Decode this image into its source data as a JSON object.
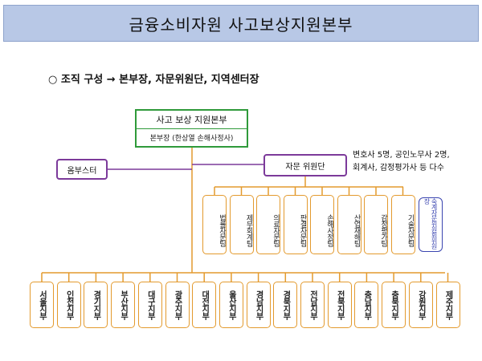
{
  "title": "금융소비자원 사고보상지원본부",
  "subtitle": "○  조직 구성  → 본부장, 자문위원단, 지역센터장",
  "headquarters": {
    "name": "사고 보상 지원본부",
    "head": "본부장 (한상열 손해사정사)"
  },
  "ombudsman": "옴부스터",
  "advisory": {
    "name": "자문 위원단",
    "note_line1": "변호사 5명, 공인노무사 2명,",
    "note_line2": "회계사, 감정평가사 등 다수"
  },
  "advisory_members": [
    "법률자문팀",
    "제무회계팀",
    "의료자문팀",
    "판결자문팀",
    "손해사정팀",
    "산업재해팀",
    "감정평가팀",
    "기술자문팀"
  ],
  "committee_chair": "숙계자문위원회위원장",
  "regional_centers": [
    "서울지부",
    "인천지부",
    "경기지부",
    "부산지부",
    "대구지부",
    "광주지부",
    "대전지부",
    "울산지부",
    "경남지부",
    "경북지부",
    "전남지부",
    "전북지부",
    "충남지부",
    "충북지부",
    "강원지부",
    "제주지부"
  ],
  "colors": {
    "banner": "#b8c8e6",
    "hq_border": "#2f9a3a",
    "purple": "#7c3a9a",
    "orange": "#e39a2e",
    "chair_border": "#3a45b0"
  }
}
